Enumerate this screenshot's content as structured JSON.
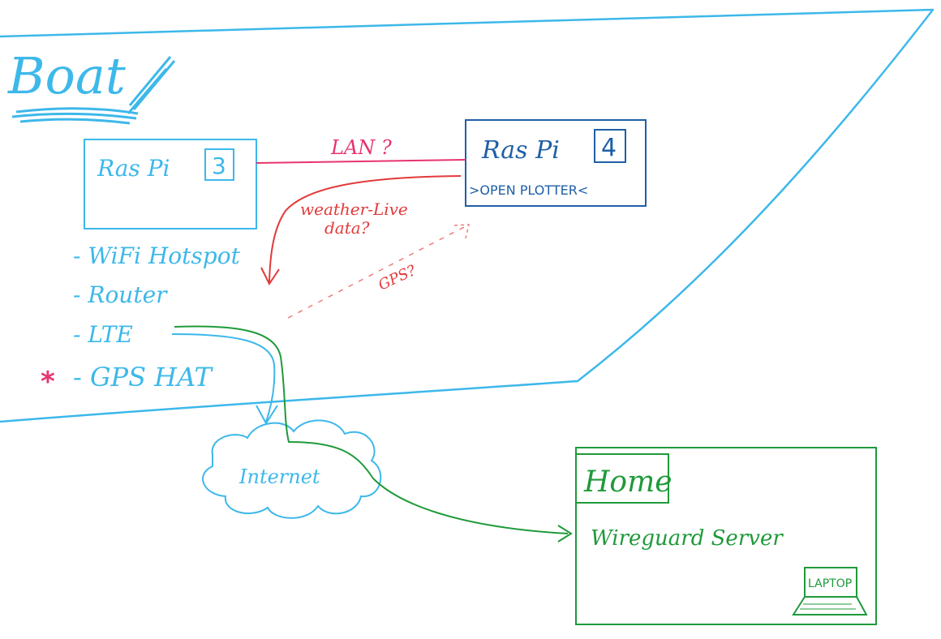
{
  "colors": {
    "boat": "#3db8ea",
    "raspi4": "#1f5fa6",
    "red": "#e23a3a",
    "pink": "#e8336e",
    "green": "#1f9a3a"
  },
  "boat": {
    "title": "Boat"
  },
  "raspi3": {
    "label": "Ras Pi",
    "number": "3",
    "features": [
      "- WiFi Hotspot",
      "- Router",
      "- LTE",
      "- GPS HAT"
    ],
    "feature_mark": "*"
  },
  "raspi4": {
    "label": "Ras Pi",
    "number": "4",
    "app": ">OPEN PLOTTER<"
  },
  "links": {
    "lan": "LAN ?",
    "weather_line1": "weather-Live",
    "weather_line2": "data?",
    "gps": "GPS?"
  },
  "internet": {
    "label": "Internet"
  },
  "home": {
    "title": "Home",
    "server": "Wireguard Server",
    "device": "LAPTOP"
  }
}
